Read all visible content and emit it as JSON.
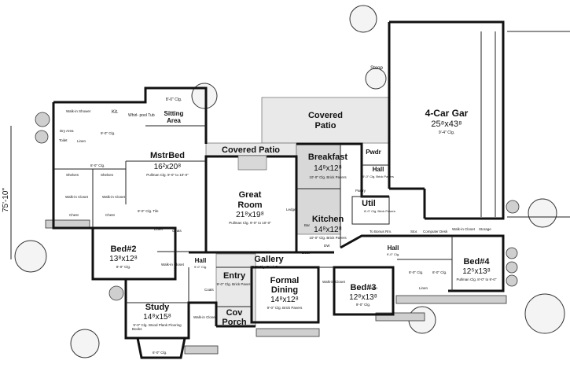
{
  "dimension": "75'-10\"",
  "rooms": [
    {
      "id": "garage",
      "name": "4-Car Gar",
      "size": "25⁸x43⁸",
      "ceiling": "9'-4\" Clg."
    },
    {
      "id": "stoop",
      "name": "Stoop"
    },
    {
      "id": "covered-patio-right",
      "name": "Covered",
      "name2": "Patio"
    },
    {
      "id": "covered-patio",
      "name": "Covered Patio"
    },
    {
      "id": "kit",
      "name": "Kit."
    },
    {
      "id": "whirlpool",
      "name": "Whirl- pool Tub"
    },
    {
      "id": "sitting",
      "name": "Sitting",
      "name2": "Area",
      "ceiling": "8'-0\" Clg."
    },
    {
      "id": "mstr",
      "name": "MstrBed",
      "size": "16²x20⁸",
      "ceiling": "Pullman Clg. 9'-0\" to 10'-0\""
    },
    {
      "id": "great",
      "name": "Great",
      "name2": "Room",
      "size": "21⁸x19⁸",
      "ceiling": "Pullman Clg. 9'-0\" to 10'-0\""
    },
    {
      "id": "breakfast",
      "name": "Breakfast",
      "size": "14⁸x12⁸",
      "ceiling": "10'-0\" Clg. Brick Pavers"
    },
    {
      "id": "pwdr",
      "name": "Pwdr"
    },
    {
      "id": "hall-upper",
      "name": "Hall",
      "ceiling": "9'-0\" Clg. Brick Pavers"
    },
    {
      "id": "util",
      "name": "Util",
      "ceiling": "8'-0\" Clg. Brick Pavers"
    },
    {
      "id": "kitchen",
      "name": "Kitchen",
      "size": "14⁸x12⁸",
      "ceiling": "10'-0\" Clg. Brick Pavers"
    },
    {
      "id": "bed2",
      "name": "Bed#2",
      "size": "13⁸x12⁸",
      "ceiling": "8'-0\" Clg."
    },
    {
      "id": "bed3",
      "name": "Bed#3",
      "size": "12⁸x13⁸",
      "ceiling": "9'-0\" Clg."
    },
    {
      "id": "bed4",
      "name": "Bed#4",
      "size": "12⁵x13⁸",
      "ceiling": "Pullman Clg. 8'-0\" to 9'-0\""
    },
    {
      "id": "gallery",
      "name": "Gallery",
      "ceiling": "9'-0\" Clg. Brick Pavers"
    },
    {
      "id": "hall-left",
      "name": "Hall",
      "ceiling": "9'-0\" Clg."
    },
    {
      "id": "hall-right",
      "name": "Hall",
      "ceiling": "9'-0\" Clg."
    },
    {
      "id": "entry",
      "name": "Entry",
      "ceiling": "9'-0\" Clg. Brick Pavers"
    },
    {
      "id": "formal",
      "name": "Formal",
      "name2": "Dining",
      "size": "14⁸x12⁸",
      "ceiling": "9'-0\" Clg. Brick Pavers"
    },
    {
      "id": "study",
      "name": "Study",
      "size": "14⁸x15⁸",
      "ceiling": "9'-0\" Clg. Wood Plank Flooring"
    },
    {
      "id": "cov-porch",
      "name": "Cov",
      "name2": "Porch"
    }
  ],
  "small_labels": {
    "walk_in_shower": "Walk-in Shower",
    "linen": "Linen",
    "walkin_closet": "Walk-in Closet",
    "shelves": "Shelves",
    "chest": "Chest",
    "dry_area": "Dry Area",
    "toilet": "Toilet",
    "clg_9": "9'-0\" Clg.",
    "clg_8": "8'-0\" Clg.",
    "clg_9_tile": "9'-0\" Clg. Tile",
    "coats": "Coats",
    "desk": "Desk",
    "pantry": "Pantry",
    "ledge": "Ledge",
    "bar": "Bar",
    "dw": "DW",
    "storage": "Storage",
    "stor": "Stor.",
    "computer_desk": "Computer Desk",
    "to_bonus": "To Bonus Rm.",
    "books": "Books",
    "window_seat": "6'-0\" Clg."
  }
}
